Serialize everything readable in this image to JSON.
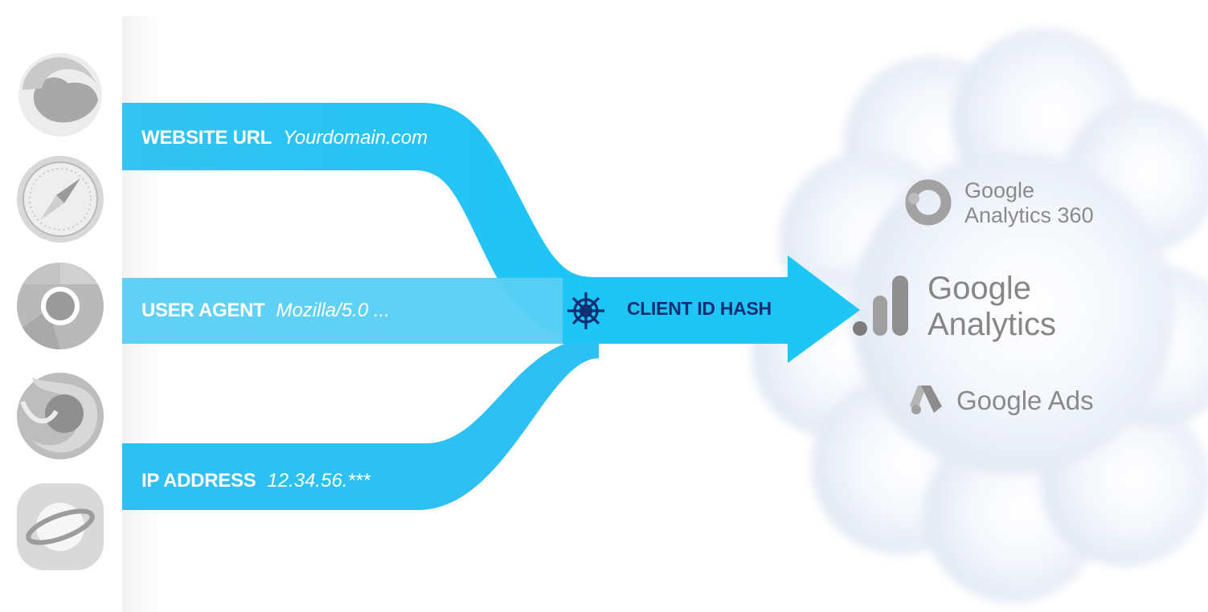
{
  "flows": [
    {
      "id": "url",
      "key": "WEBSITE URL",
      "value": "Yourdomain.com"
    },
    {
      "id": "ua",
      "key": "USER AGENT",
      "value": "Mozilla/5.0 ..."
    },
    {
      "id": "ip",
      "key": "IP ADDRESS",
      "value": "12.34.56.***"
    }
  ],
  "hash": {
    "label": "CLIENT ID HASH",
    "icon": "ship-wheel-icon"
  },
  "browsers": [
    "edge-icon",
    "safari-icon",
    "chrome-icon",
    "firefox-icon",
    "samsung-internet-icon"
  ],
  "products": {
    "ga360": {
      "line1": "Google",
      "line2": "Analytics 360",
      "icon": "ga360-logo-icon"
    },
    "ga": {
      "line1": "Google",
      "line2": "Analytics",
      "icon": "analytics-bars-icon"
    },
    "ads": {
      "name": "Google Ads",
      "icon": "google-ads-logo-icon"
    }
  },
  "colors": {
    "flow_top": "#2cc4f4",
    "flow_mid": "#5bd0f3",
    "hash_text": "#0c2f72",
    "cloud": "#e8eef8",
    "icon_gray": "#9a9a9a"
  }
}
